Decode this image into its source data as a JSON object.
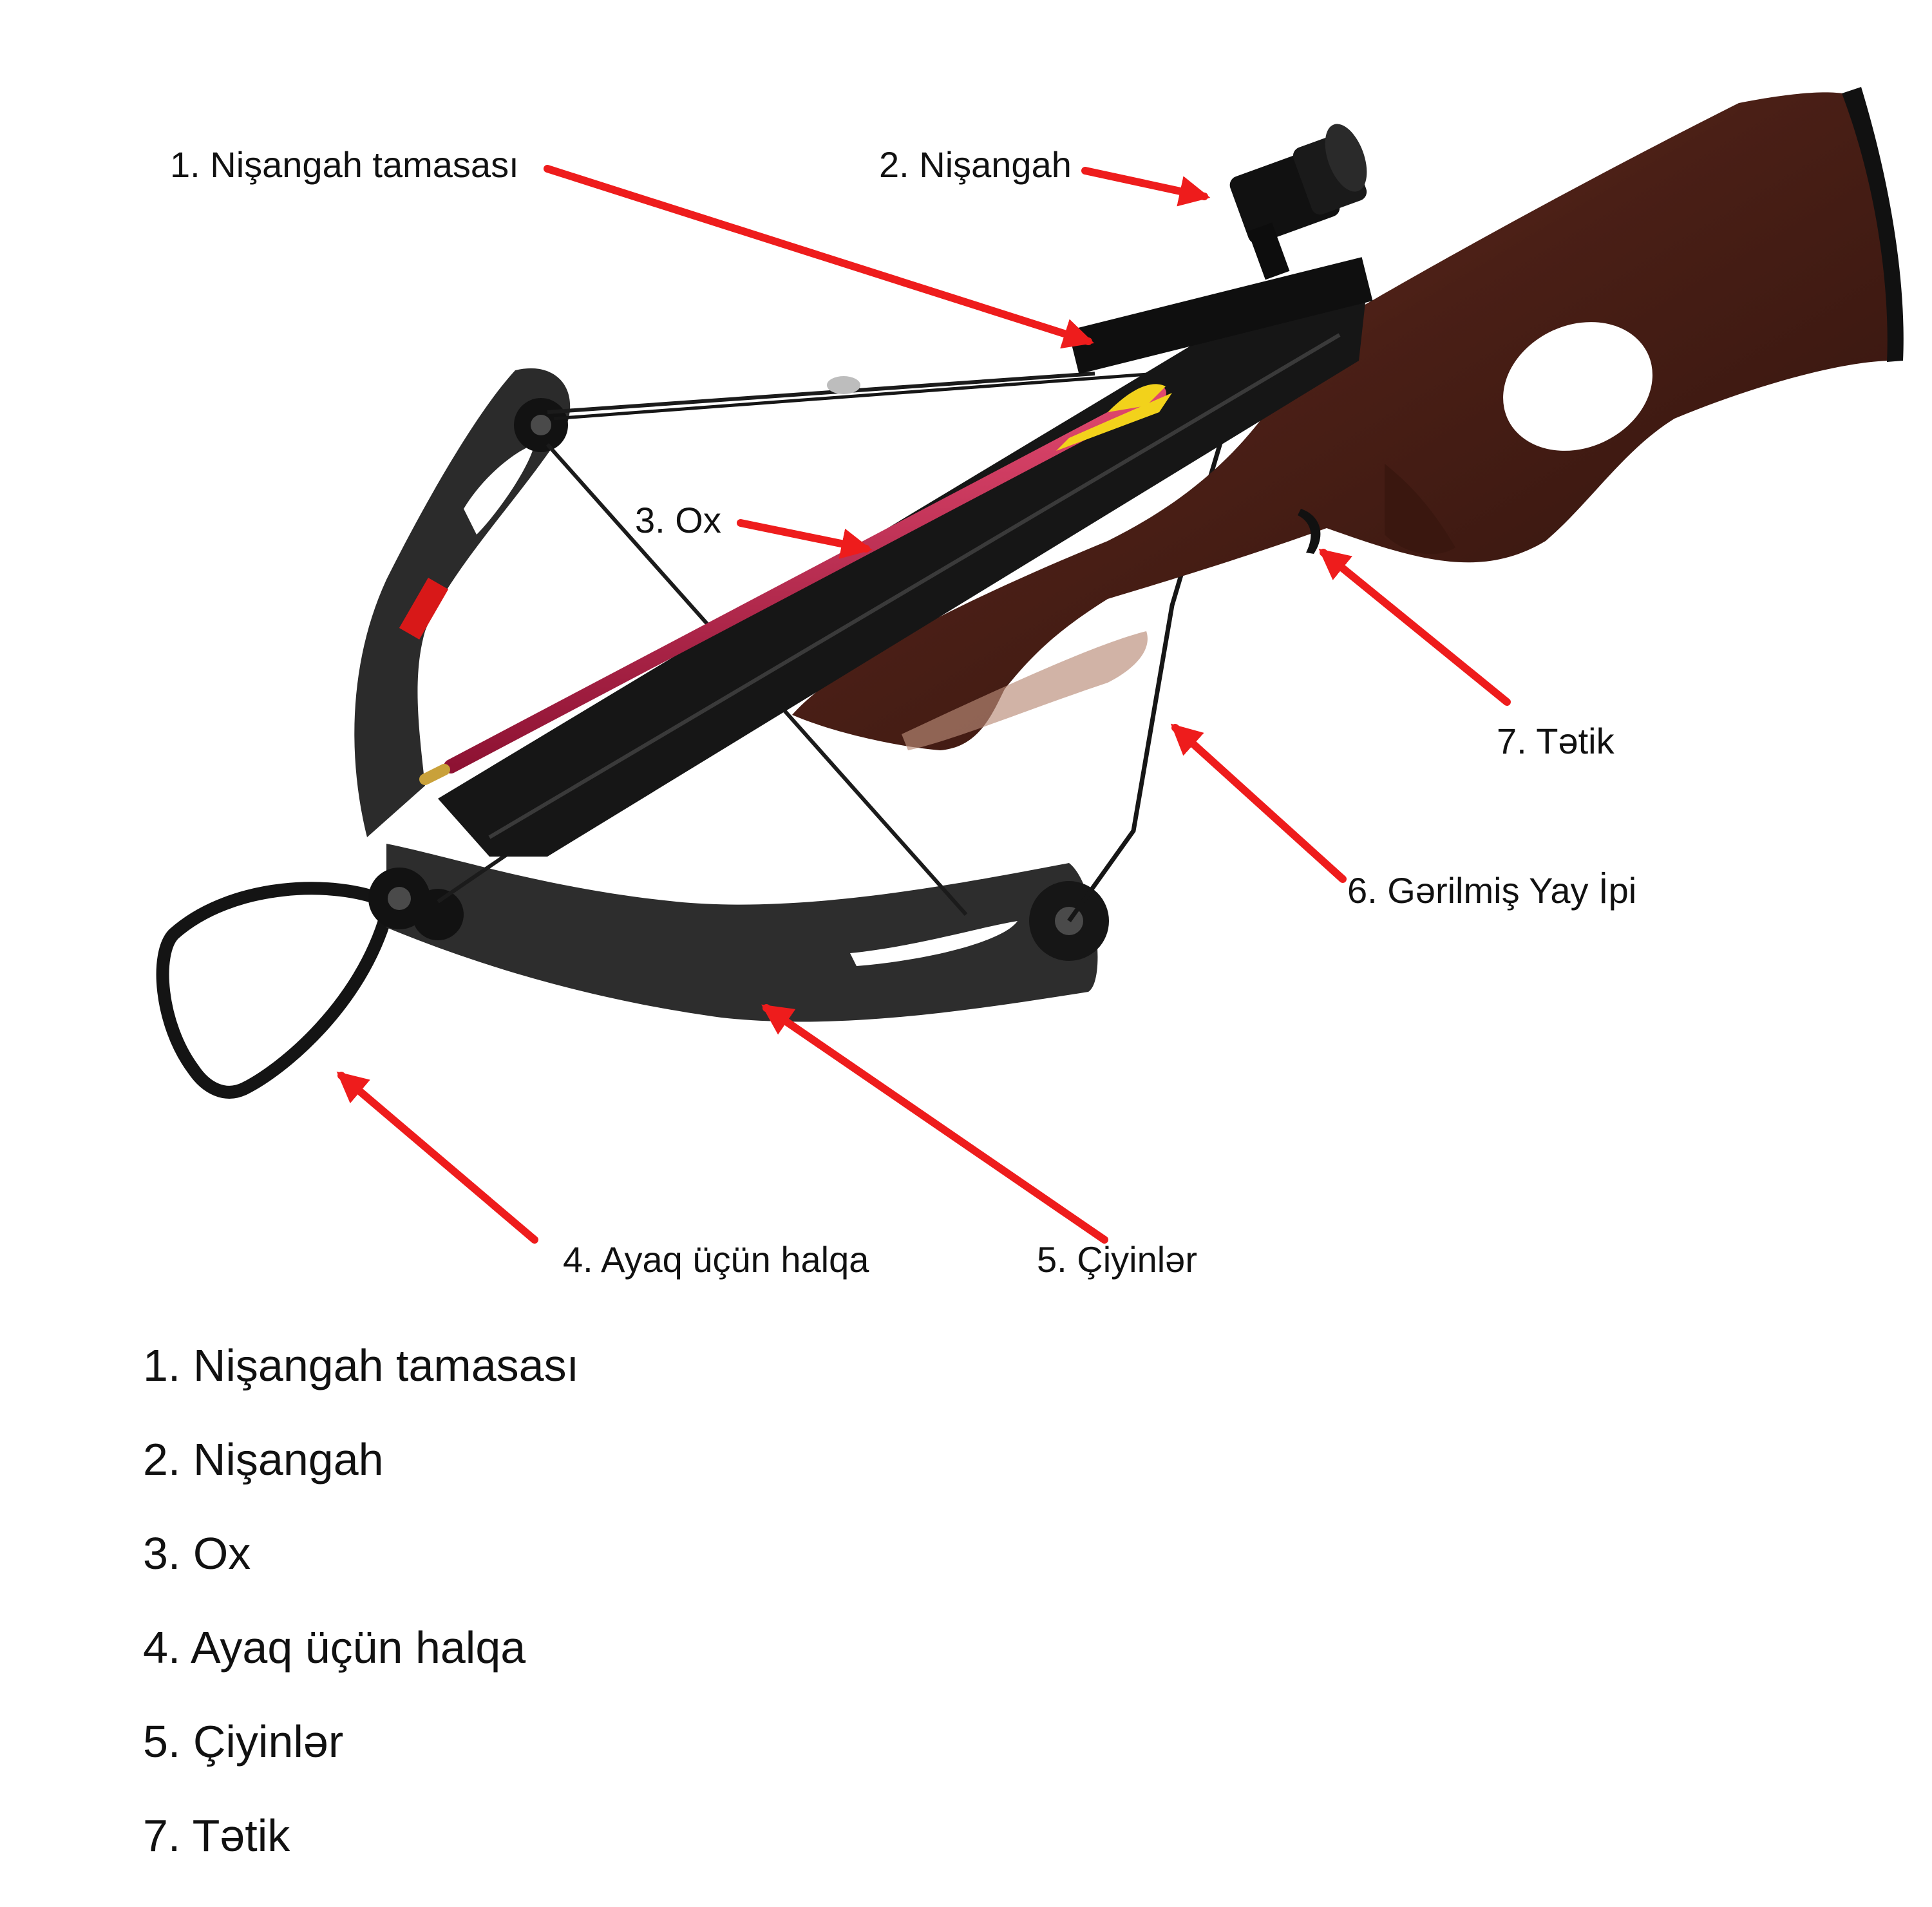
{
  "callouts": [
    {
      "id": "sight-mount",
      "text": "1. Nişangah tamasası"
    },
    {
      "id": "sight",
      "text": "2. Nişangah"
    },
    {
      "id": "arrow",
      "text": "3. Ox"
    },
    {
      "id": "stirrup",
      "text": "4. Ayaq üçün halqa"
    },
    {
      "id": "limbs",
      "text": "5. Çiyinlər"
    },
    {
      "id": "string",
      "text": "6. Gərilmiş Yay İpi"
    },
    {
      "id": "trigger",
      "text": "7. Tətik"
    }
  ],
  "legend": [
    "1. Nişangah tamasası",
    "2. Nişangah",
    "3. Ox",
    "4. Ayaq üçün halqa",
    "5. Çiyinlər",
    "7. Tətik"
  ],
  "colors": {
    "pointer": "#ee1c1c",
    "wood": "#4a1f16",
    "metal": "#1c1c1c",
    "limb": "#2d2d2d",
    "shaft": "#c21f4a",
    "fletching": "#f2d21b",
    "label_text": "#111111"
  }
}
